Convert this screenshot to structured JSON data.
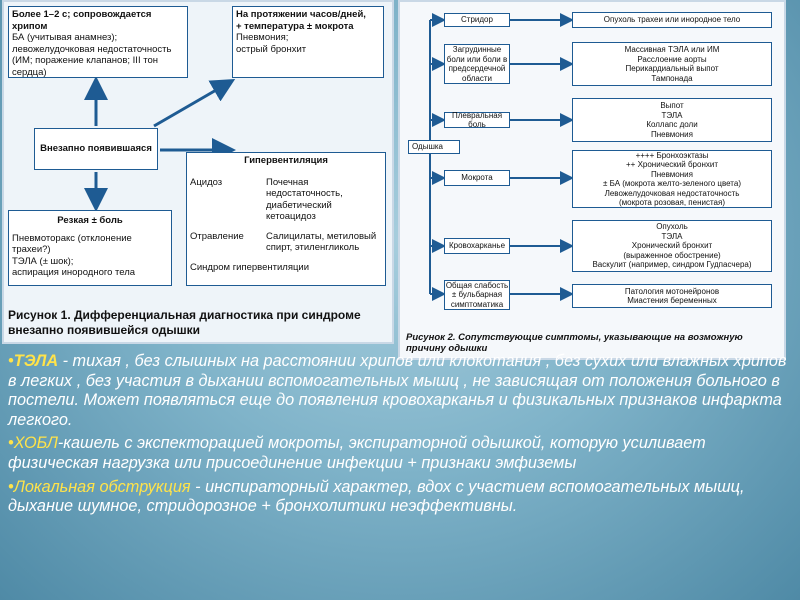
{
  "fig1": {
    "box_top_left": [
      "Более 1–2 с; сопровождается хрипом",
      "БА (учитывая анамнез);",
      "левожелудочковая недостаточность",
      "(ИМ; поражение клапанов; III тон сердца)"
    ],
    "box_top_right": [
      "На протяжении часов/дней,",
      "+ температура ± мокрота",
      "Пневмония;",
      "острый бронхит"
    ],
    "box_middle": "Внезапно появившаяся",
    "box_hyper_title": "Гипервентиляция",
    "hyper_rows": [
      {
        "left": "Ацидоз",
        "right": "Почечная недостаточность, диабетический кетоацидоз"
      },
      {
        "left": "Отравление",
        "right": "Салицилаты, метиловый спирт, этиленгликоль"
      },
      {
        "left": "Синдром гипервентиляции",
        "right": ""
      }
    ],
    "box_pain_title": "Резкая ± боль",
    "box_pain_lines": [
      "Пневмоторакс (отклонение трахеи?)",
      "ТЭЛА (± шок);",
      "аспирация инородного тела"
    ],
    "caption": "Рисунок 1. Дифференциальная диагностика при синдроме внезапно появившейся одышки"
  },
  "fig2": {
    "root": "Одышка",
    "symptoms": [
      "Стридор",
      "Загрудинные боли или боли в предсердечной области",
      "Плевральная боль",
      "Мокрота",
      "Кровохарканье",
      "Общая слабость ± бульбарная симптоматика"
    ],
    "causes": [
      "Опухоль трахеи или инородное тело",
      "Массивная ТЭЛА или ИМ\nРасслоение аорты\nПерикардиальный выпот\nТампонада",
      "Выпот\nТЭЛА\nКоллапс доли\nПневмония",
      "++++ Бронхоэктазы\n++ Хронический бронхит\nПневмония\n± БА (мокрота желто-зеленого цвета)\nЛевожелудочковая недостаточность\n(мокрота розовая, пенистая)",
      "Опухоль\nТЭЛА\nХронический бронхит\n(выраженное обострение)\nВаскулит (например, синдром Гудпасчера)",
      "Патология мотонейронов\nМиастения беременных"
    ],
    "caption": "Рисунок 2. Сопутствующие симптомы, указывающие на возможную причину одышки"
  },
  "text": {
    "p1_title": "ТЭЛА",
    "p1_body": " - тихая , без слышных на расстоянии хрипов или клокотания , без сухих или влажных хрипов в легких , без участия в дыхании вспомогательных мышц , не зависящая от положения больного в постели. Может появляться еще до появления кровохарканья и физикальных признаков инфаркта легкого.",
    "p2_title": "ХОБЛ",
    "p2_body": "-кашель с экспекторацией мокроты, экспираторной одышкой, которую  усиливает  физическая нагрузка или присоединение инфекции + признаки эмфиземы",
    "p3_title": "Локальная обструкция",
    "p3_body": " - инспираторный характер, вдох с участием вспомогательных мышц, дыхание  шумное, стридорозное  + бронхолитики неэффективны."
  }
}
